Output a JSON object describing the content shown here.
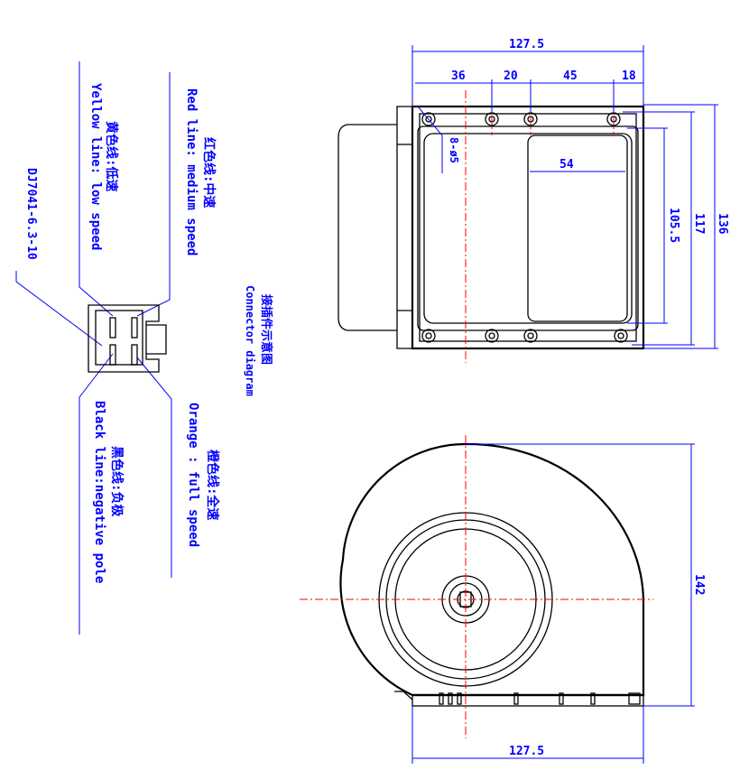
{
  "labels": {
    "model": "DJ7041-6.3-10",
    "yellow_cn": "黄色线:低速",
    "yellow_en": "Yellow line: low speed",
    "red_cn": "红色线:中速",
    "red_en": "Red line: medium speed",
    "black_cn": "黑色线:负极",
    "black_en": "Black line:negative pole",
    "orange_cn": "橙色线:全速",
    "orange_en": "Orange : full speed",
    "connector_cn": "接插件示意图",
    "connector_en": "Connector diagram"
  },
  "dimensions": {
    "top_width": "127.5",
    "seg_36": "36",
    "seg_20": "20",
    "seg_45": "45",
    "seg_18": "18",
    "hole": "8-ø5",
    "window_width": "54",
    "window_height": "105.5",
    "hole_span": "117",
    "overall_height": "136",
    "bottom_height": "142",
    "bottom_width": "127.5"
  },
  "colors": {
    "dimension": "#0000ff",
    "outline": "#000000",
    "centerline": "#ff0000"
  }
}
